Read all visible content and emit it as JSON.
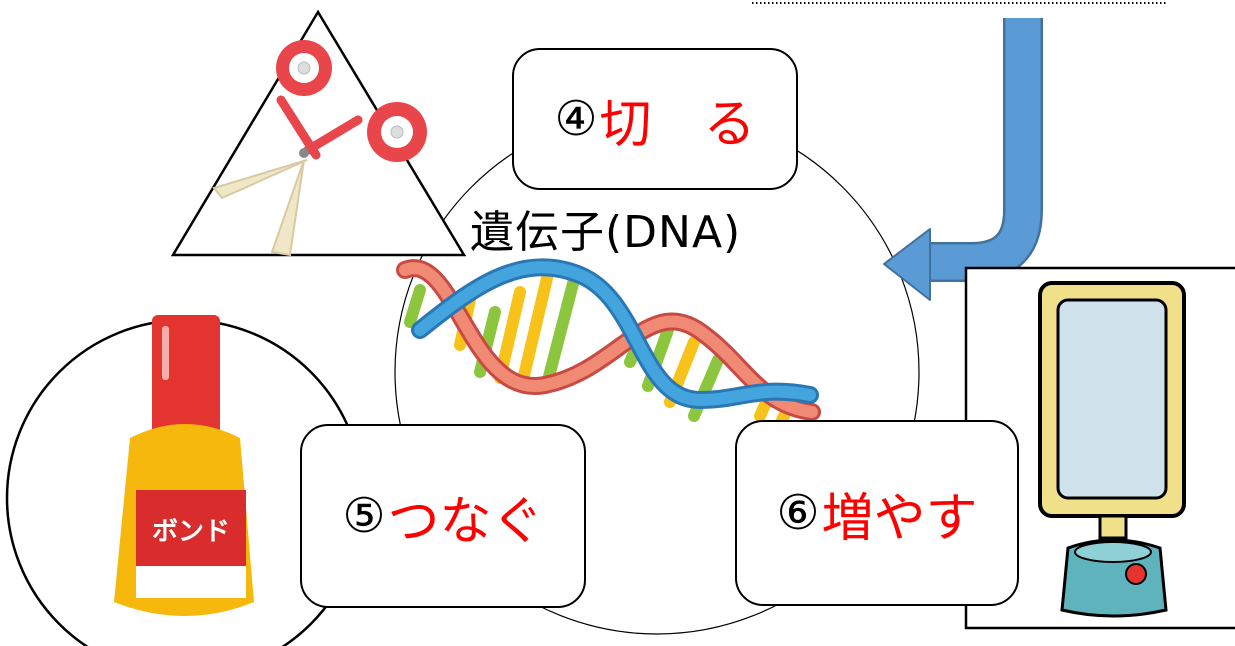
{
  "center_label": "遺伝子(DNA)",
  "steps": [
    {
      "number": "④",
      "text": "切　る"
    },
    {
      "number": "⑤",
      "text": "つなぐ"
    },
    {
      "number": "⑥",
      "text": "増やす"
    }
  ],
  "bond_label": "ボンド",
  "colors": {
    "step_text": "#ff0000",
    "arrow": "#5b9bd5",
    "arrow_edge": "#41719c",
    "scissors": "#e8464b",
    "bond_cap": "#e3342f",
    "bond_body": "#f6b80c",
    "device_screen": "#cfe2ec",
    "device_frame": "#f0e08a",
    "device_base": "#5fb3bd"
  }
}
